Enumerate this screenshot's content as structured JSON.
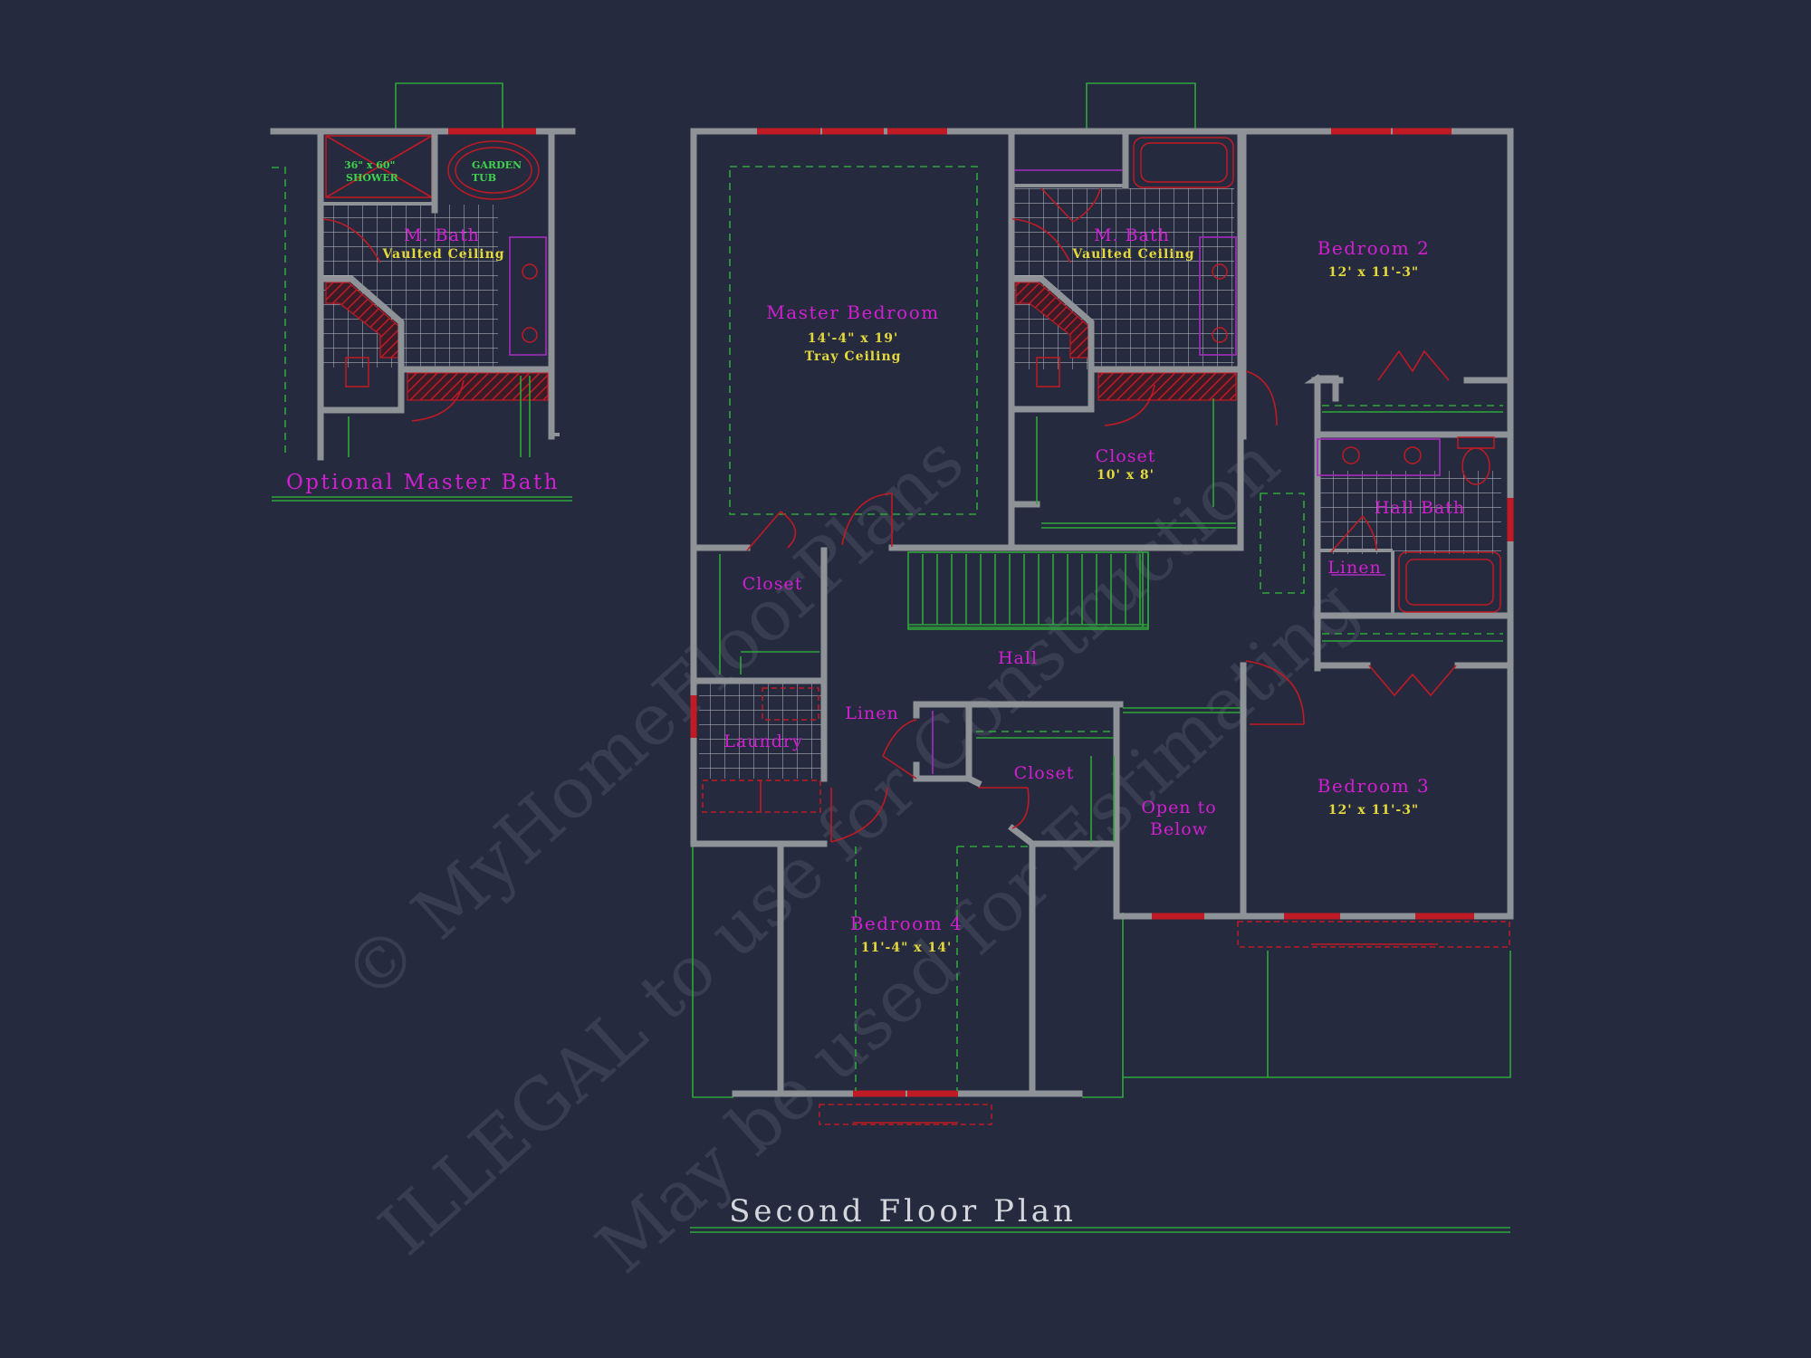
{
  "titles": {
    "main": "Second Floor Plan",
    "optional": "Optional Master Bath"
  },
  "rooms": {
    "master_bedroom": {
      "name": "Master Bedroom",
      "size": "14'-4\" x 19'",
      "note": "Tray Ceiling"
    },
    "m_bath": {
      "name": "M. Bath",
      "note": "Vaulted Ceiling"
    },
    "closet_master": {
      "name": "Closet",
      "size": "10' x 8'"
    },
    "bedroom_2": {
      "name": "Bedroom 2",
      "size": "12' x 11'-3\""
    },
    "hall_bath": {
      "name": "Hall Bath"
    },
    "linen_bath": {
      "name": "Linen"
    },
    "closet_left": {
      "name": "Closet"
    },
    "hall": {
      "name": "Hall"
    },
    "linen_hall": {
      "name": "Linen"
    },
    "laundry": {
      "name": "Laundry"
    },
    "closet_b4": {
      "name": "Closet"
    },
    "open_below": {
      "line1": "Open to",
      "line2": "Below"
    },
    "bedroom_3": {
      "name": "Bedroom 3",
      "size": "12' x 11'-3\""
    },
    "bedroom_4": {
      "name": "Bedroom 4",
      "size": "11'-4\" x 14'"
    }
  },
  "optional_bath": {
    "name": "M. Bath",
    "note": "Vaulted Ceiling",
    "shower_line1": "36\" x 60\"",
    "shower_line2": "SHOWER",
    "tub_line1": "GARDEN",
    "tub_line2": "TUB"
  },
  "watermark": {
    "line1": "© MyHomeFloorPlans",
    "line2": "ILLEGAL to use for Construction",
    "line3": "May be used for Estimating"
  },
  "colors": {
    "background": "#262a3e",
    "wall": "#8f9297",
    "window": "#c01a24",
    "label": "#d11fd1",
    "dimension": "#e3d93c",
    "outline": "#2ea63a"
  }
}
